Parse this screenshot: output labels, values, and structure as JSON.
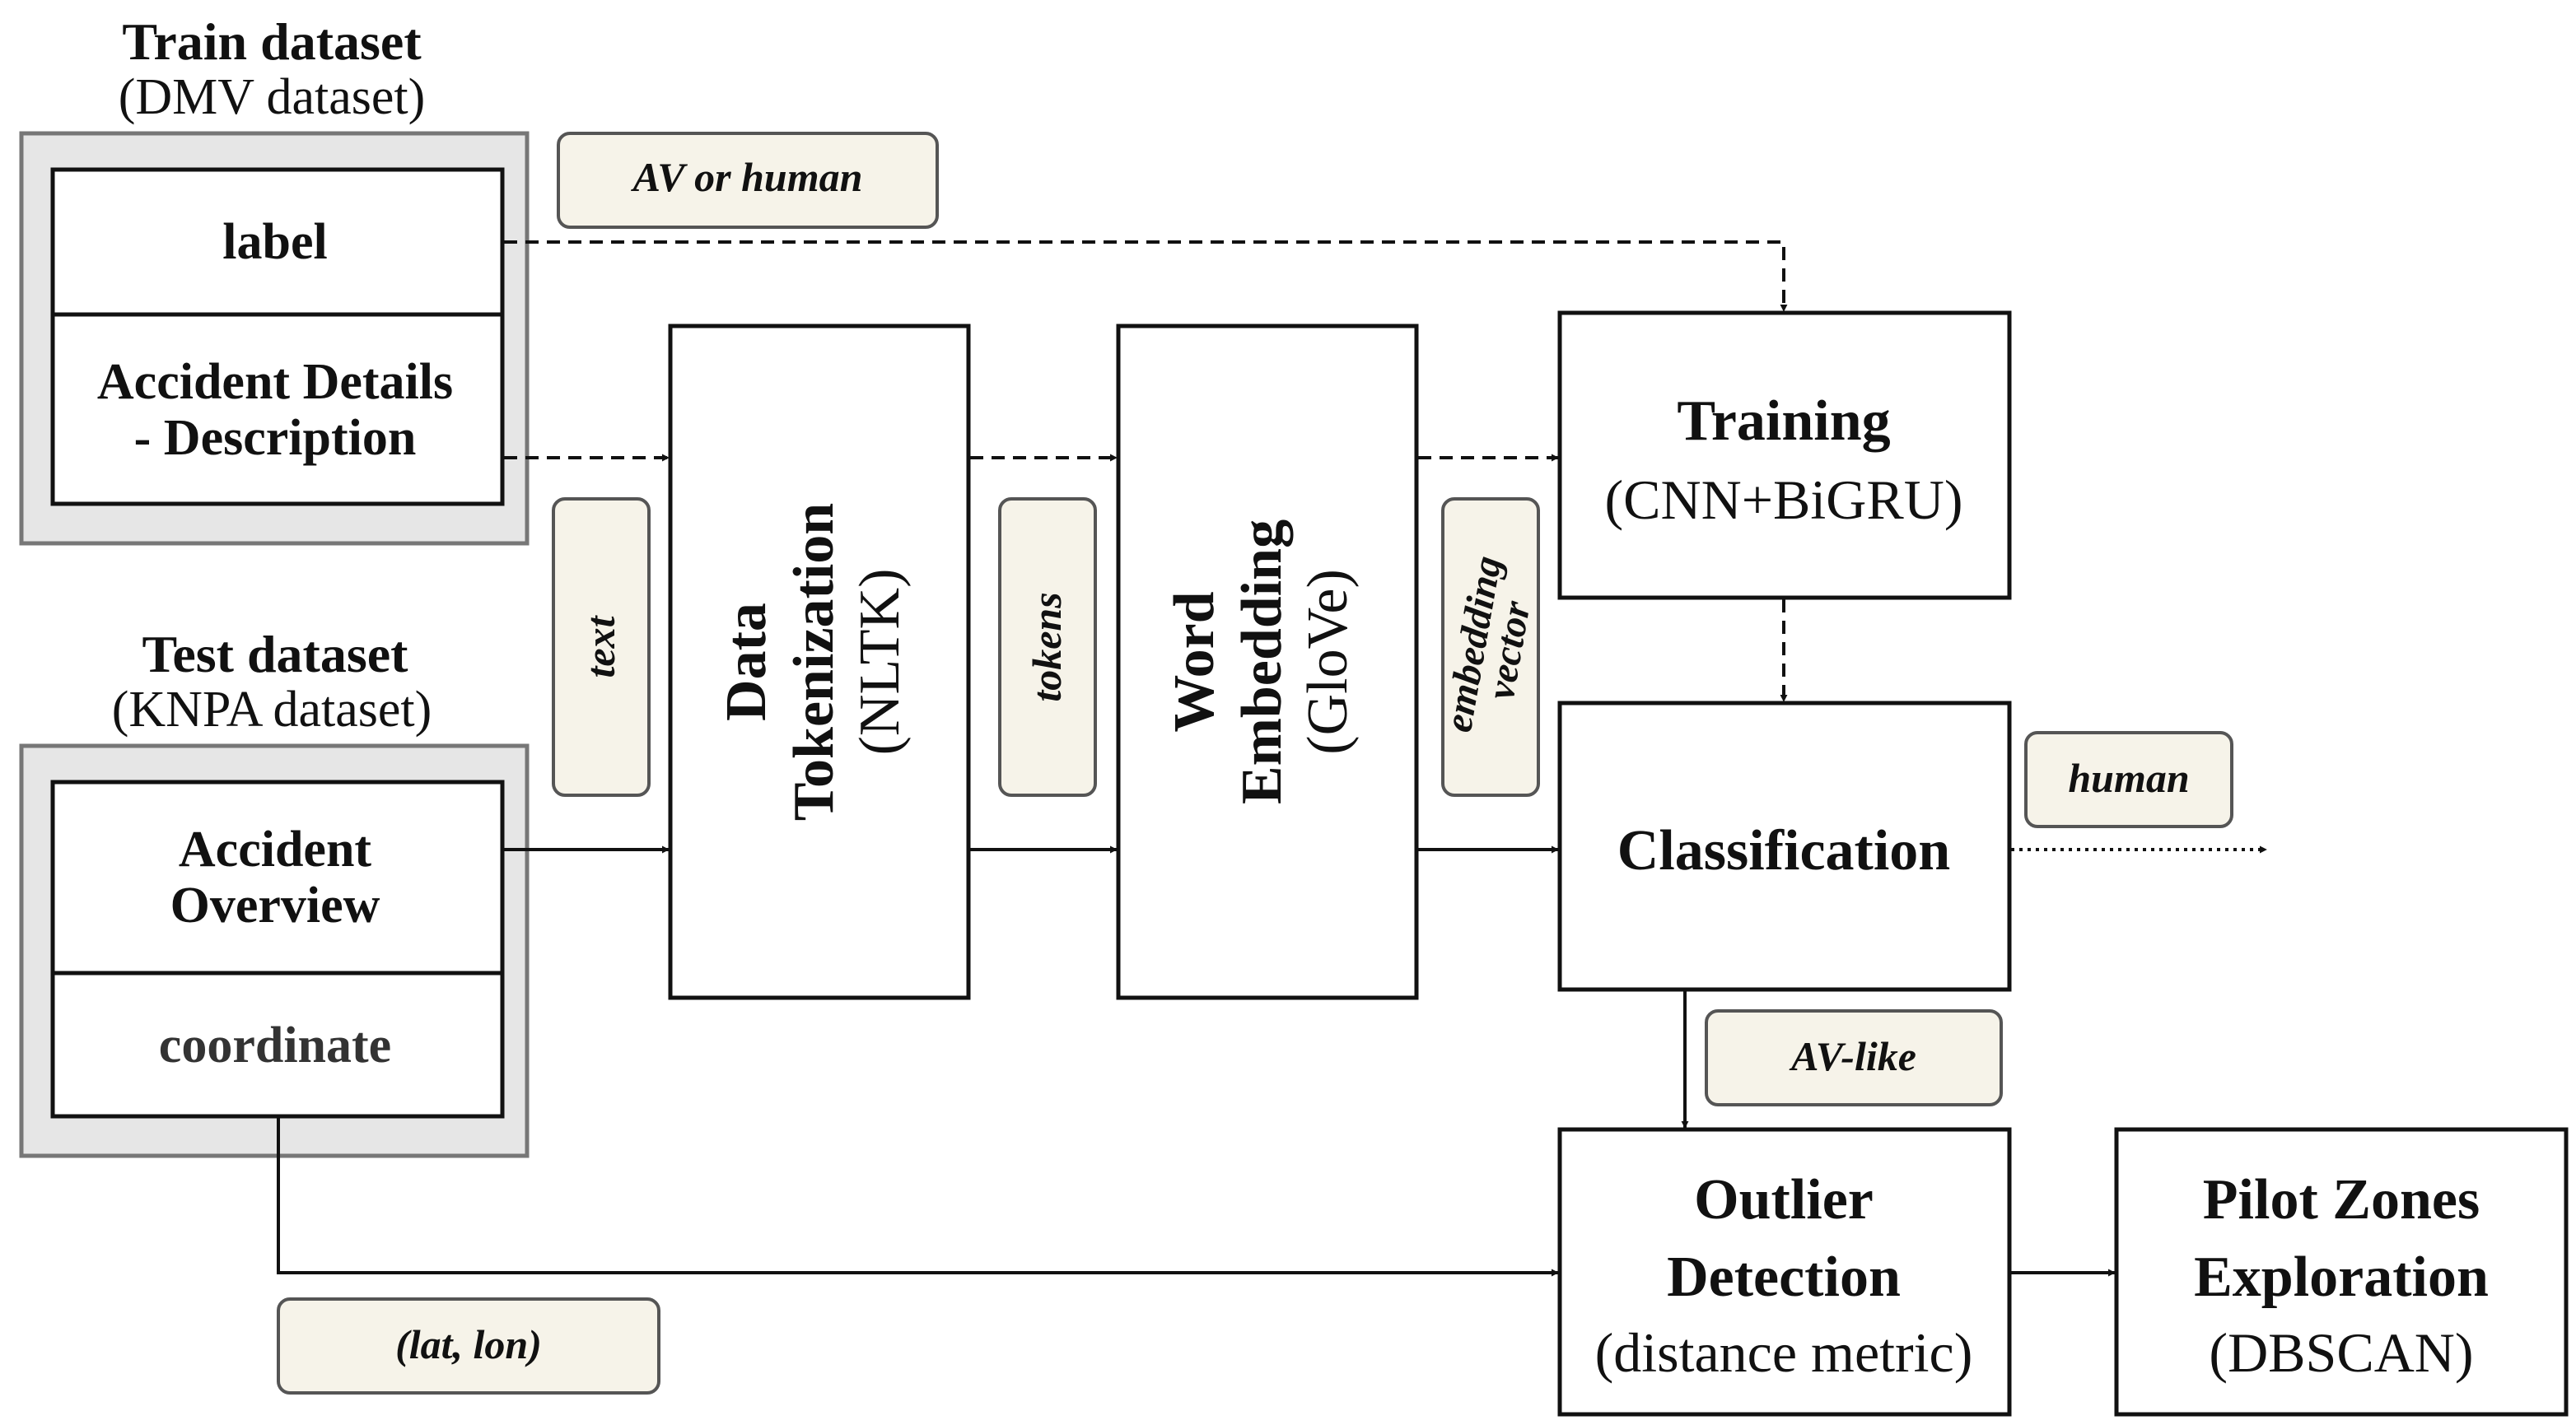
{
  "train": {
    "title": "Train dataset",
    "subtitle": "(DMV dataset)",
    "field_label": "label",
    "field_details_line1": "Accident Details",
    "field_details_line2": "- Description"
  },
  "test": {
    "title": "Test dataset",
    "subtitle": "(KNPA dataset)",
    "field_overview_line1": "Accident",
    "field_overview_line2": "Overview",
    "field_coordinate": "coordinate"
  },
  "tokenization": {
    "line1": "Data",
    "line2": "Tokenization",
    "line3": "(NLTK)"
  },
  "embedding": {
    "line1": "Word",
    "line2": "Embedding",
    "line3": "(GloVe)"
  },
  "training": {
    "title": "Training",
    "sub": "(CNN+BiGRU)"
  },
  "classification": {
    "title": "Classification"
  },
  "outlier": {
    "line1": "Outlier",
    "line2": "Detection",
    "line3": "(distance metric)"
  },
  "pilot": {
    "line1": "Pilot Zones",
    "line2": "Exploration",
    "line3": "(DBSCAN)"
  },
  "labels": {
    "av_or_human": "AV or human",
    "text": "text",
    "tokens": "tokens",
    "embedding_vector_1": "embedding",
    "embedding_vector_2": "vector",
    "human": "human",
    "av_like": "AV-like",
    "lat_lon": "(lat, lon)"
  },
  "colors": {
    "line": "#111111",
    "outer_panel": "#e6e6e6",
    "label_fill": "#f6f3e9",
    "label_stroke": "#555555"
  }
}
